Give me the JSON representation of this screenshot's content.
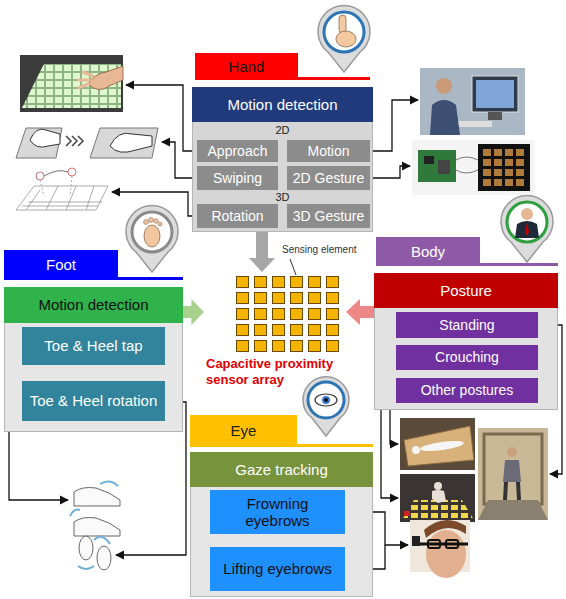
{
  "diagram": {
    "nodes": [
      {
        "text": [
          "Hand"
        ]
      },
      {
        "text": [
          "Motion detection",
          "2D",
          "3D"
        ]
      },
      {
        "text": [
          "Approach"
        ],
        "in": 1
      },
      {
        "text": [
          "Motion"
        ],
        "in": 1
      },
      {
        "text": [
          "Swiping"
        ],
        "in": 1
      },
      {
        "text": [
          "2D Gesture"
        ],
        "in": 1
      },
      {
        "text": [
          "Rotation"
        ],
        "in": 1
      },
      {
        "text": [
          "3D Gesture"
        ],
        "in": 1
      },
      {
        "text": [
          "Body"
        ]
      },
      {
        "text": [
          "Posture"
        ]
      },
      {
        "text": [
          "Standing"
        ],
        "in": 9
      },
      {
        "text": [
          "Crouching"
        ],
        "in": 9
      },
      {
        "text": [
          "Other postures"
        ],
        "in": 9
      },
      {
        "text": [
          "Foot"
        ]
      },
      {
        "text": [
          "Motion detection"
        ]
      },
      {
        "text": [
          "Toe & Heel tap"
        ],
        "in": 14
      },
      {
        "text": [
          "Toe & Heel rotation"
        ],
        "in": 14
      },
      {
        "text": [
          "Capacitive proximity sensor array"
        ]
      },
      {
        "text": [
          "Eye"
        ]
      },
      {
        "text": [
          "Gaze tracking"
        ]
      },
      {
        "text": [
          "Frowning eyebrows"
        ],
        "in": 19
      },
      {
        "text": [
          "Lifting eyebrows"
        ],
        "in": 19
      }
    ],
    "edges": [
      {
        "from": 1,
        "to": 17,
        "arrow": "to"
      },
      {
        "from": 9,
        "to": 17,
        "arrow": "to"
      },
      {
        "from": 14,
        "to": 17,
        "arrow": "to"
      }
    ],
    "labels": [
      "Sensing element"
    ]
  }
}
